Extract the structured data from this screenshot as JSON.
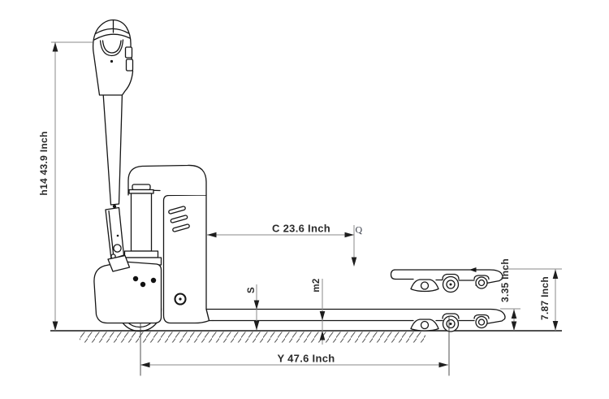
{
  "drawing": {
    "subject": "pallet truck side view technical drawing",
    "colors": {
      "background": "#ffffff",
      "outline": "#161616",
      "dimension_line": "#8a8a8a",
      "arrowhead": "#1e1e1e",
      "hatch": "#555555",
      "text": "#2b2b2b"
    }
  },
  "labels": {
    "h14": "h14 43.9 Inch",
    "c": "C 23.6 Inch",
    "q": "Q",
    "s": "S",
    "m2": "m2",
    "lowered": "3.35 Inch",
    "raised": "7.87 Inch",
    "y": "Y 47.6 Inch"
  }
}
